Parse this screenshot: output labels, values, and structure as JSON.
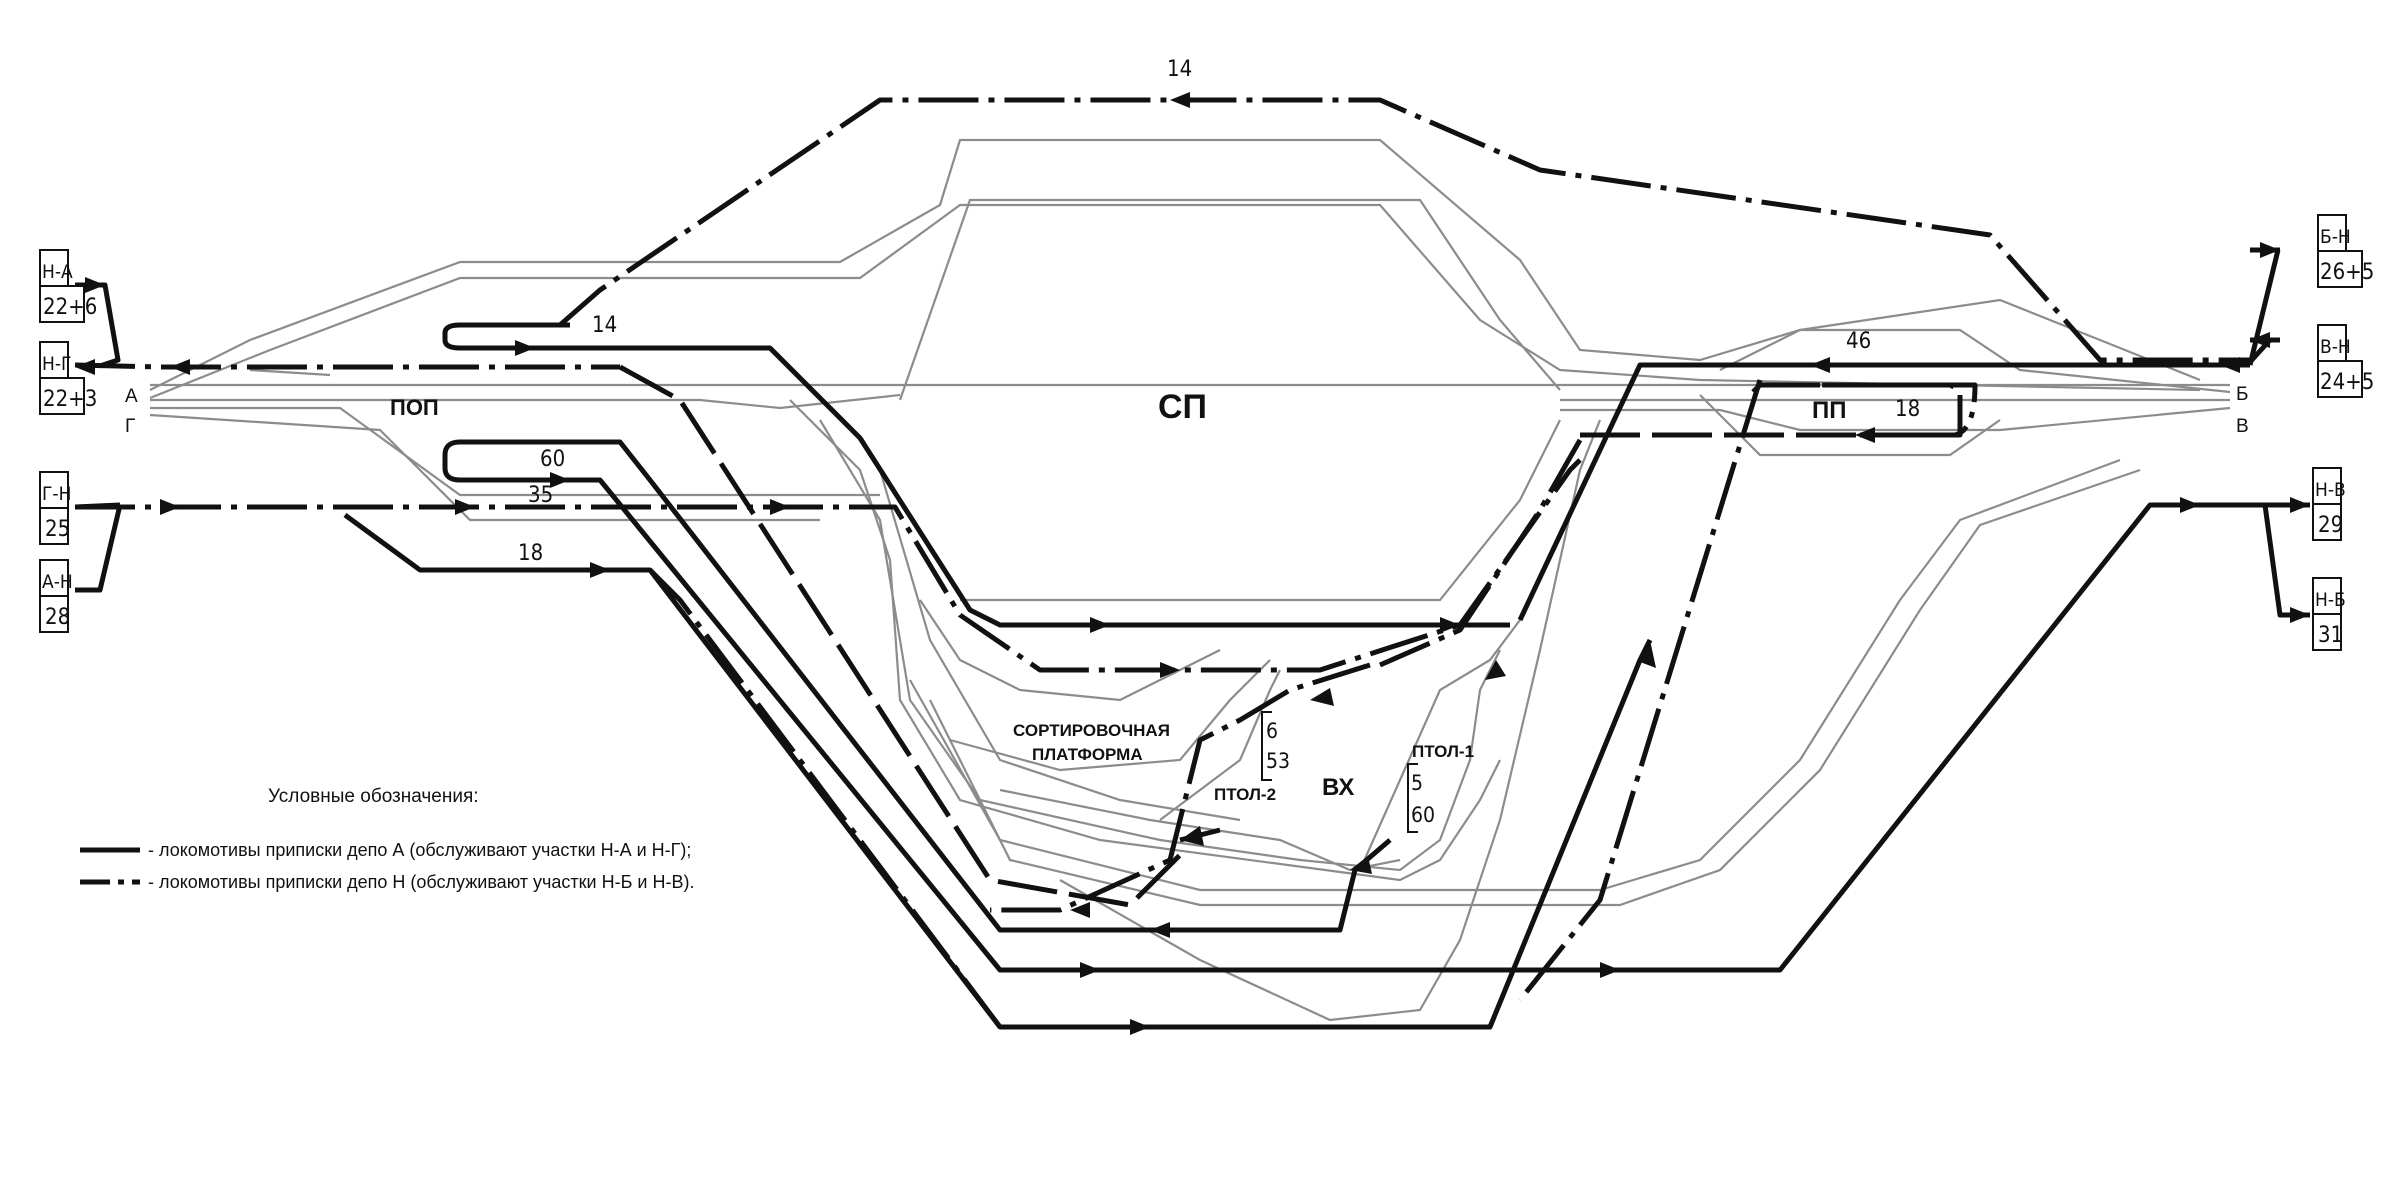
{
  "yards": {
    "pop": "ПОП",
    "sp": "СП",
    "pp": "ПП",
    "vx": "ВХ",
    "ptol1": "ПТОЛ-1",
    "ptol2": "ПТОЛ-2",
    "platform_line1": "СОРТИРОВОЧНАЯ",
    "platform_line2": "ПЛАТФОРМА"
  },
  "stations_left": [
    {
      "code": "Н-А",
      "value": "22+6"
    },
    {
      "code": "Н-Г",
      "value": "22+3"
    },
    {
      "code": "Г-Н",
      "value": "25"
    },
    {
      "code": "А-Н",
      "value": "28"
    }
  ],
  "stations_right": [
    {
      "code": "Б-Н",
      "value": "26+5"
    },
    {
      "code": "В-Н",
      "value": "24+5"
    },
    {
      "code": "Н-В",
      "value": "29"
    },
    {
      "code": "Н-Б",
      "value": "31"
    }
  ],
  "direction_letters_left": [
    "А",
    "Г"
  ],
  "direction_letters_right": [
    "Б",
    "В"
  ],
  "route_numbers": {
    "top": "14",
    "pop_loop_top": "14",
    "pop_loop_bottom_a": "60",
    "pop_loop_bottom_b": "35",
    "pop_bottom": "18",
    "right_top": "46",
    "pp_loop": "18",
    "vx_a_top": "6",
    "vx_a_bottom": "53",
    "vx_b_top": "5",
    "vx_b_bottom": "60"
  },
  "legend": {
    "title": "Условные обозначения:",
    "solid": "- локомотивы приписки депо А (обслуживают участки Н-А и Н-Г);",
    "dashed": "- локомотивы приписки депо Н (обслуживают участки Н-Б и Н-В)."
  },
  "colors": {
    "lines": "#111111",
    "tracks": "#8c8c8c",
    "background": "#ffffff"
  }
}
